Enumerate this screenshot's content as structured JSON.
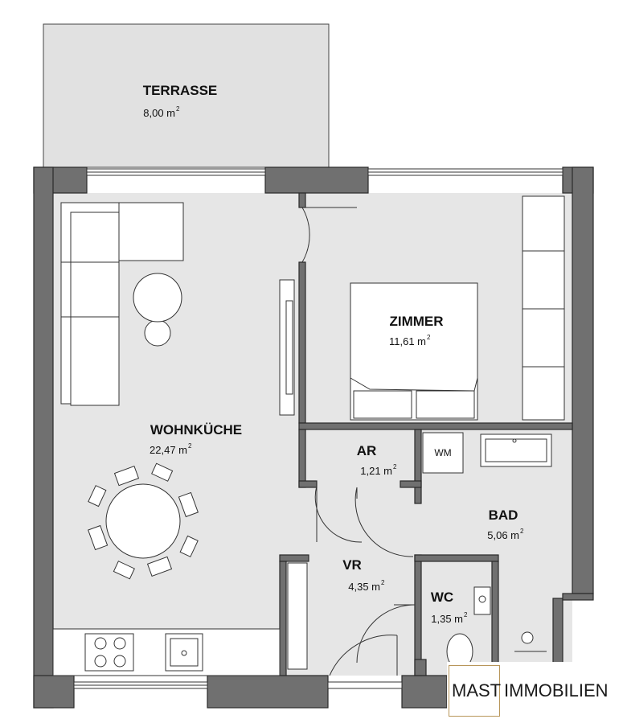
{
  "rooms": {
    "terrasse": {
      "name": "TERRASSE",
      "area": "8,00 m",
      "unit_exp": "2"
    },
    "wohnkueche": {
      "name": "WOHNKÜCHE",
      "area": "22,47 m",
      "unit_exp": "2"
    },
    "zimmer": {
      "name": "ZIMMER",
      "area": "11,61 m",
      "unit_exp": "2"
    },
    "ar": {
      "name": "AR",
      "area": "1,21 m",
      "unit_exp": "2"
    },
    "bad": {
      "name": "BAD",
      "area": "5,06 m",
      "unit_exp": "2"
    },
    "vr": {
      "name": "VR",
      "area": "4,35 m",
      "unit_exp": "2"
    },
    "wc": {
      "name": "WC",
      "area": "1,35 m",
      "unit_exp": "2"
    }
  },
  "fixtures": {
    "washing_machine": "WM"
  },
  "logo": {
    "part1": "MAST",
    "part2": "IMMOBILIEN"
  },
  "colors": {
    "wall": "#707070",
    "floor": "#e6e6e6",
    "terrace": "#e1e1e1",
    "logo_frame": "#b8965a"
  }
}
